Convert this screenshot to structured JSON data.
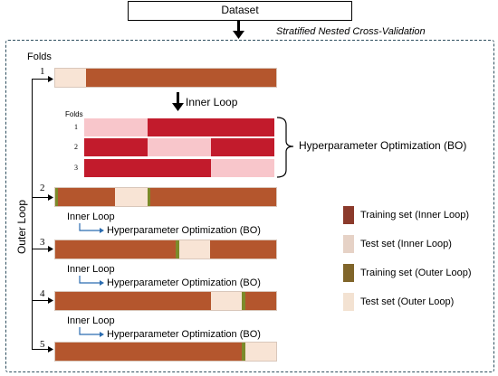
{
  "dataset_label": "Dataset",
  "cv_title": "Stratified Nested Cross-Validation",
  "outer_loop_label": "Outer Loop",
  "folds_label": "Folds",
  "inner_loop_label": "Inner Loop",
  "inner_folds_label": "Folds",
  "bo_label": "Hyperparameter Optimization (BO)",
  "outer_fold_numbers": [
    "1",
    "2",
    "3",
    "4",
    "5"
  ],
  "inner_fold_numbers": [
    "1",
    "2",
    "3"
  ],
  "inner_loop_small_labels": [
    "Inner Loop",
    "Inner Loop",
    "Inner Loop"
  ],
  "bo_small_labels": [
    "Hyperparameter Optimization (BO)",
    "Hyperparameter Optimization (BO)",
    "Hyperparameter Optimization (BO)"
  ],
  "legend": [
    {
      "label": "Training set (Inner Loop)",
      "color": "#8b3a2b"
    },
    {
      "label": "Test set (Inner Loop)",
      "color": "#e6d2c6"
    },
    {
      "label": "Training set (Outer Loop)",
      "color": "#80652a"
    },
    {
      "label": "Test set (Outer Loop)",
      "color": "#f3e2d2"
    }
  ],
  "colors": {
    "outer_train": "#b4562d",
    "outer_test": "#f8e4d5",
    "inner_train_red": "#c21b2c",
    "inner_test_pink": "#f8c6cb",
    "olive": "#7c8a2a",
    "dashed_border": "#2f4f5f",
    "blue_arrow": "#2b6cb0"
  }
}
